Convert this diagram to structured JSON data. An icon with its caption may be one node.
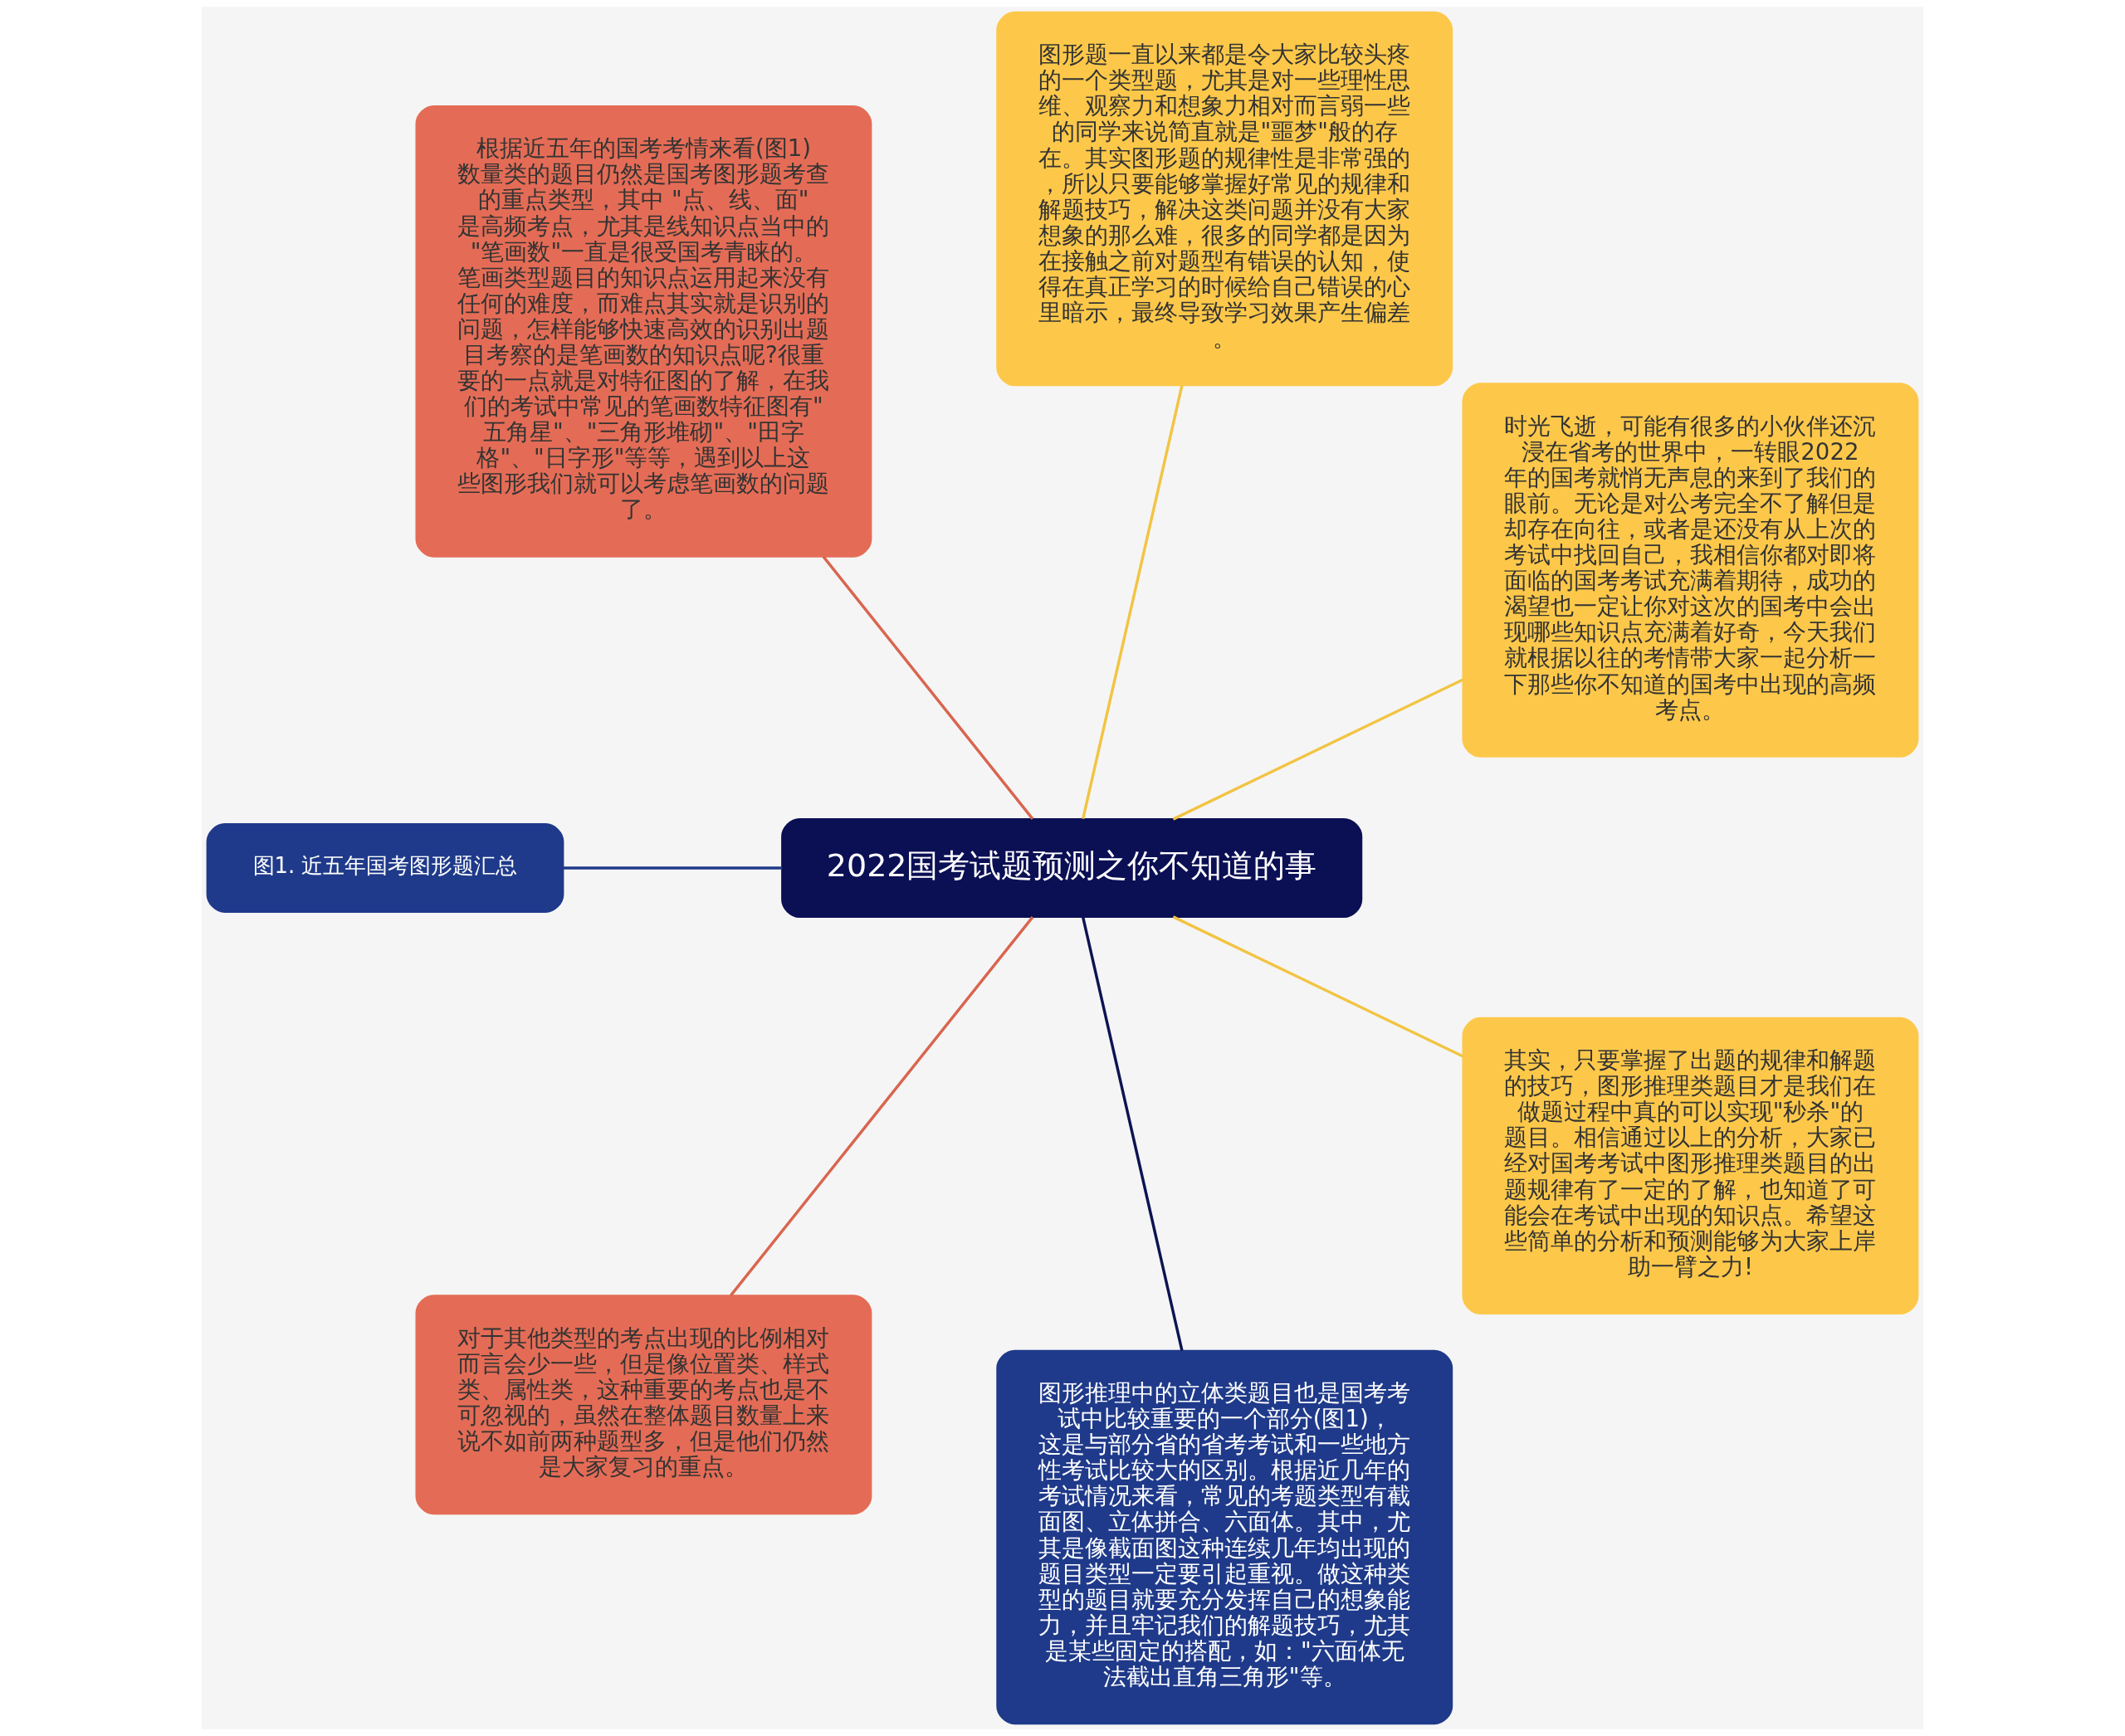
{
  "diagram": {
    "nodes": [
      {
        "text": [
          "2022国考试题预测之你不知道的事"
        ]
      },
      {
        "text": [
          "时光飞逝，可能有很多的小伙伴还沉浸在省考的世界中，一转眼2022年的国考就悄无声息的来到了我们的眼前。无论是对公考完全不了解但是却存在向往，或者是还没有从上次的考试中找回自己，我相信你都对即将面临的国考考试充满着期待，成功的渴望也一定让你对这次的国考中会出现哪些知识点充满着好奇，今天我们就根据以往的考情带大家一起分析一下那些你不知道的国考中出现的高频考点。"
        ]
      },
      {
        "text": [
          "图形题一直以来都是令大家比较头疼的一个类型题，尤其是对一些理性思维、观察力和想象力相对而言弱一些的同学来说简直就是\"噩梦\"般的存在。其实图形题的规律性是非常强的，所以只要能够掌握好常见的规律和解题技巧，解决这类问题并没有大家想象的那么难，很多的同学都是因为在接触之前对题型有错误的认知，使得在真正学习的时候给自己错误的心里暗示，最终导致学习效果产生偏差。"
        ]
      },
      {
        "text": [
          "根据近五年的国考考情来看(图1)数量类的题目仍然是国考图形题考查的重点类型，其中 \"点、线、面\"是高频考点，尤其是线知识点当中的\"笔画数\"一直是很受国考青睐的。笔画类型题目的知识点运用起来没有任何的难度，而难点其实就是识别的问题，怎样能够快速高效的识别出题目考察的是笔画数的知识点呢?很重要的一点就是对特征图的了解，在我们的考试中常见的笔画数特征图有\"五角星\"、\"三角形堆砌\"、\"田字格\"、\"日字形\"等等，遇到以上这些图形我们就可以考虑笔画数的问题了。"
        ]
      },
      {
        "text": [
          "图1. 近五年国考图形题汇总"
        ]
      },
      {
        "text": [
          "对于其他类型的考点出现的比例相对而言会少一些，但是像位置类、样式类、属性类，这种重要的考点也是不可忽视的，虽然在整体题目数量上来说不如前两种题型多，但是他们仍然是大家复习的重点。"
        ]
      },
      {
        "text": [
          "图形推理中的立体类题目也是国考考试中比较重要的一个部分(图1)，这是与部分省的省考考试和一些地方性考试比较大的区别。根据近几年的考试情况来看，常见的考题类型有截面图、立体拼合、六面体。其中，尤其是像截面图这种连续几年均出现的题目类型一定要引起重视。做这种类型的题目就要充分发挥自己的想象能力，并且牢记我们的解题技巧，尤其是某些固定的搭配，如：\"六面体无法截出直角三角形\"等。"
        ]
      },
      {
        "text": [
          "其实，只要掌握了出题的规律和解题的技巧，图形推理类题目才是我们在做题过程中真的可以实现\"秒杀\"的题目。相信通过以上的分析，大家已经对国考考试中图形推理类题目的出题规律有了一定的了解，也知道了可能会在考试中出现的知识点。希望这些简单的分析和预测能够为大家上岸助一臂之力!"
        ]
      }
    ],
    "edges": [
      {
        "from": 0,
        "to": 1,
        "arrow": "none"
      },
      {
        "from": 0,
        "to": 2,
        "arrow": "none"
      },
      {
        "from": 0,
        "to": 3,
        "arrow": "none",
        "color": "#d9654f"
      },
      {
        "from": 0,
        "to": 4,
        "arrow": "none",
        "color": "#1f3a8a"
      },
      {
        "from": 0,
        "to": 5,
        "arrow": "none",
        "color": "#d9654f"
      },
      {
        "from": 0,
        "to": 6,
        "arrow": "none",
        "color": "#0d1452"
      },
      {
        "from": 0,
        "to": 7,
        "arrow": "none"
      }
    ]
  }
}
